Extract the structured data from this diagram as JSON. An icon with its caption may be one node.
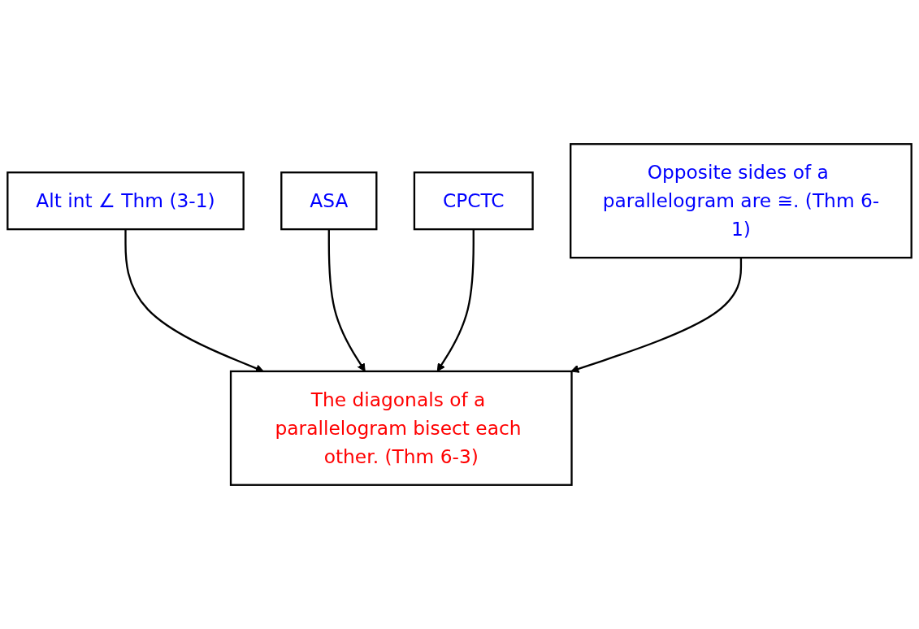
{
  "diagram": {
    "nodes": [
      {
        "text": [
          "Alt int ∠ Thm (3-1)"
        ]
      },
      {
        "text": [
          "ASA"
        ]
      },
      {
        "text": [
          "CPCTC"
        ]
      },
      {
        "text": [
          "Opposite sides of a parallelogram are ≅. (Thm 6-1)"
        ]
      },
      {
        "text": [
          "The diagonals of a parallelogram bisect each other. (Thm 6-3)"
        ]
      }
    ],
    "edges": [
      {
        "from": 0,
        "to": 4,
        "arrow": "to"
      },
      {
        "from": 1,
        "to": 4,
        "arrow": "to"
      },
      {
        "from": 2,
        "to": 4,
        "arrow": "to"
      },
      {
        "from": 3,
        "to": 4,
        "arrow": "to"
      }
    ]
  }
}
